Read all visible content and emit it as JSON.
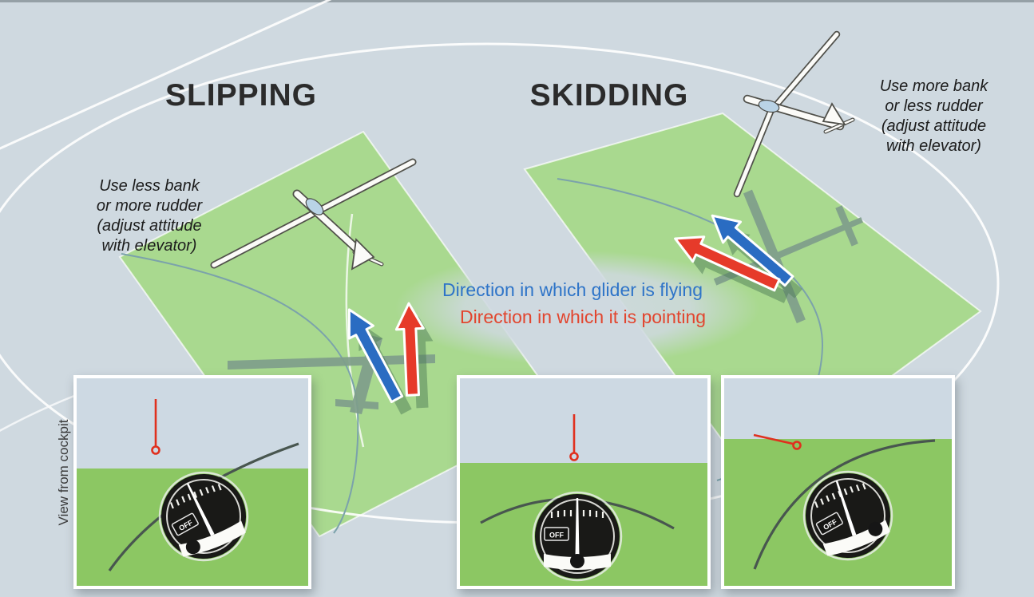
{
  "diagram": {
    "slipping": {
      "title": "SLIPPING",
      "advice_lines": [
        "Use less bank",
        "or more rudder",
        "(adjust attitude",
        "with elevator)"
      ]
    },
    "skidding": {
      "title": "SKIDDING",
      "advice_lines": [
        "Use more bank",
        "or less rudder",
        "(adjust attitude",
        "with elevator)"
      ]
    },
    "legend": {
      "flying": {
        "label": "Direction in which glider is flying",
        "color": "#2e74c8"
      },
      "pointing": {
        "label": "Direction in which it is pointing",
        "color": "#e2452e"
      }
    },
    "cockpit_view_label": "View from cockpit",
    "instrument_flag_label": "OFF",
    "colors": {
      "background": "#cfd9e0",
      "ground_patch": "#a9d98f",
      "panel_sky": "#cdd9e3",
      "panel_ground": "#8cc763",
      "flying_arrow": "#2a6cc2",
      "pointing_arrow": "#e63a2a",
      "yaw_string": "#e0301e",
      "glider_shadow": "#7f9e8b"
    }
  }
}
